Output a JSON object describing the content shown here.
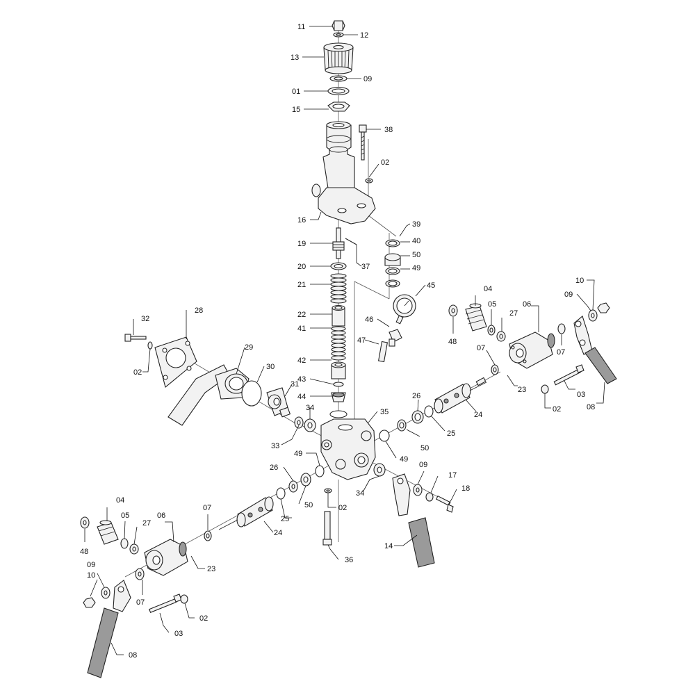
{
  "callouts": [
    {
      "id": "c11a",
      "text": "11"
    },
    {
      "id": "c12a",
      "text": "12"
    },
    {
      "id": "c13a",
      "text": "13"
    },
    {
      "id": "c09a",
      "text": "09"
    },
    {
      "id": "c01a",
      "text": "01"
    },
    {
      "id": "c15a",
      "text": "15"
    },
    {
      "id": "c38a",
      "text": "38"
    },
    {
      "id": "c02a",
      "text": "02"
    },
    {
      "id": "c16a",
      "text": "16"
    },
    {
      "id": "c39a",
      "text": "39"
    },
    {
      "id": "c40a",
      "text": "40"
    },
    {
      "id": "c50a",
      "text": "50"
    },
    {
      "id": "c49a",
      "text": "49"
    },
    {
      "id": "c19a",
      "text": "19"
    },
    {
      "id": "c37a",
      "text": "37"
    },
    {
      "id": "c20a",
      "text": "20"
    },
    {
      "id": "c21a",
      "text": "21"
    },
    {
      "id": "c22a",
      "text": "22"
    },
    {
      "id": "c41a",
      "text": "41"
    },
    {
      "id": "c42a",
      "text": "42"
    },
    {
      "id": "c43a",
      "text": "43"
    },
    {
      "id": "c44a",
      "text": "44"
    },
    {
      "id": "c45a",
      "text": "45"
    },
    {
      "id": "c46a",
      "text": "46"
    },
    {
      "id": "c47a",
      "text": "47"
    },
    {
      "id": "c32a",
      "text": "32"
    },
    {
      "id": "c28a",
      "text": "28"
    },
    {
      "id": "c02b",
      "text": "02"
    },
    {
      "id": "c29a",
      "text": "29"
    },
    {
      "id": "c30a",
      "text": "30"
    },
    {
      "id": "c31a",
      "text": "31"
    },
    {
      "id": "c34a",
      "text": "34"
    },
    {
      "id": "c33a",
      "text": "33"
    },
    {
      "id": "c35a",
      "text": "35"
    },
    {
      "id": "c26a",
      "text": "26"
    },
    {
      "id": "c24a",
      "text": "24"
    },
    {
      "id": "c25a",
      "text": "25"
    },
    {
      "id": "c50b",
      "text": "50"
    },
    {
      "id": "c49b",
      "text": "49"
    },
    {
      "id": "c04a",
      "text": "04"
    },
    {
      "id": "c05a",
      "text": "05"
    },
    {
      "id": "c27a",
      "text": "27"
    },
    {
      "id": "c06a",
      "text": "06"
    },
    {
      "id": "c48a",
      "text": "48"
    },
    {
      "id": "c07a",
      "text": "07"
    },
    {
      "id": "c23a",
      "text": "23"
    },
    {
      "id": "c10a",
      "text": "10"
    },
    {
      "id": "c09b",
      "text": "09"
    },
    {
      "id": "c07b",
      "text": "07"
    },
    {
      "id": "c03a",
      "text": "03"
    },
    {
      "id": "c02c",
      "text": "02"
    },
    {
      "id": "c08a",
      "text": "08"
    },
    {
      "id": "c49c",
      "text": "49"
    },
    {
      "id": "c26b",
      "text": "26"
    },
    {
      "id": "c50c",
      "text": "50"
    },
    {
      "id": "c25b",
      "text": "25"
    },
    {
      "id": "c02d",
      "text": "02"
    },
    {
      "id": "c34b",
      "text": "34"
    },
    {
      "id": "c09c",
      "text": "09"
    },
    {
      "id": "c17a",
      "text": "17"
    },
    {
      "id": "c18a",
      "text": "18"
    },
    {
      "id": "c24b",
      "text": "24"
    },
    {
      "id": "c14a",
      "text": "14"
    },
    {
      "id": "c36a",
      "text": "36"
    },
    {
      "id": "c04b",
      "text": "04"
    },
    {
      "id": "c07c",
      "text": "07"
    },
    {
      "id": "c05b",
      "text": "05"
    },
    {
      "id": "c27b",
      "text": "27"
    },
    {
      "id": "c06b",
      "text": "06"
    },
    {
      "id": "c48b",
      "text": "48"
    },
    {
      "id": "c23b",
      "text": "23"
    },
    {
      "id": "c09d",
      "text": "09"
    },
    {
      "id": "c10b",
      "text": "10"
    },
    {
      "id": "c07d",
      "text": "07"
    },
    {
      "id": "c02e",
      "text": "02"
    },
    {
      "id": "c03b",
      "text": "03"
    },
    {
      "id": "c08b",
      "text": "08"
    }
  ]
}
